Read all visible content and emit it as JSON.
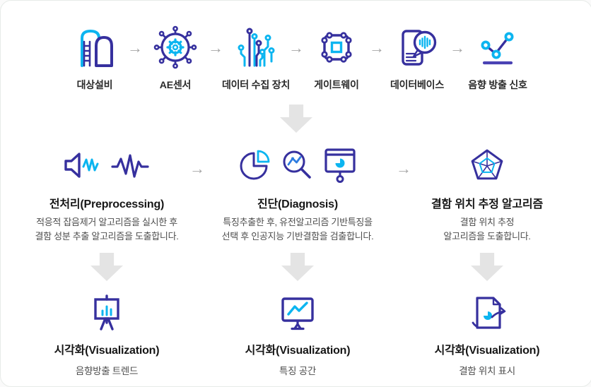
{
  "top_flow": {
    "arrow": "→",
    "items": [
      {
        "label": "대상설비",
        "icon": "plant-icon"
      },
      {
        "label": "AE센서",
        "icon": "sensor-icon"
      },
      {
        "label": "데이터 수집 장치",
        "icon": "circuit-icon"
      },
      {
        "label": "게이트웨이",
        "icon": "gateway-icon"
      },
      {
        "label": "데이터베이스",
        "icon": "database-icon"
      },
      {
        "label": "음향 방출 신호",
        "icon": "signal-chart-icon"
      }
    ]
  },
  "stages": [
    {
      "title": "전처리(Preprocessing)",
      "desc1": "적응적 잡음제거 알고리즘을 실시한 후",
      "desc2": "결함 성분 추출 알고리즘을 도출합니다."
    },
    {
      "title": "진단(Diagnosis)",
      "desc1": "특징추출한 후, 유전알고리즘 기반특징을",
      "desc2": "선택 후 인공지능 기반결함을 검출합니다."
    },
    {
      "title": "결함 위치 추정 알고리즘",
      "desc1": "결함 위치 추정",
      "desc2": "알고리즘을 도출합니다."
    }
  ],
  "visualizations": [
    {
      "title": "시각화(Visualization)",
      "subtitle": "음향방출 트렌드"
    },
    {
      "title": "시각화(Visualization)",
      "subtitle": "특징 공간"
    },
    {
      "title": "시각화(Visualization)",
      "subtitle": "결함 위치 표시"
    }
  ],
  "colors": {
    "indigo": "#36309e",
    "cyan": "#0cb5f0",
    "accent_blue": "#2e7ce0",
    "flow_arrow_gray": "#a6a6a6",
    "down_arrow_gray": "#e4e4e4"
  }
}
